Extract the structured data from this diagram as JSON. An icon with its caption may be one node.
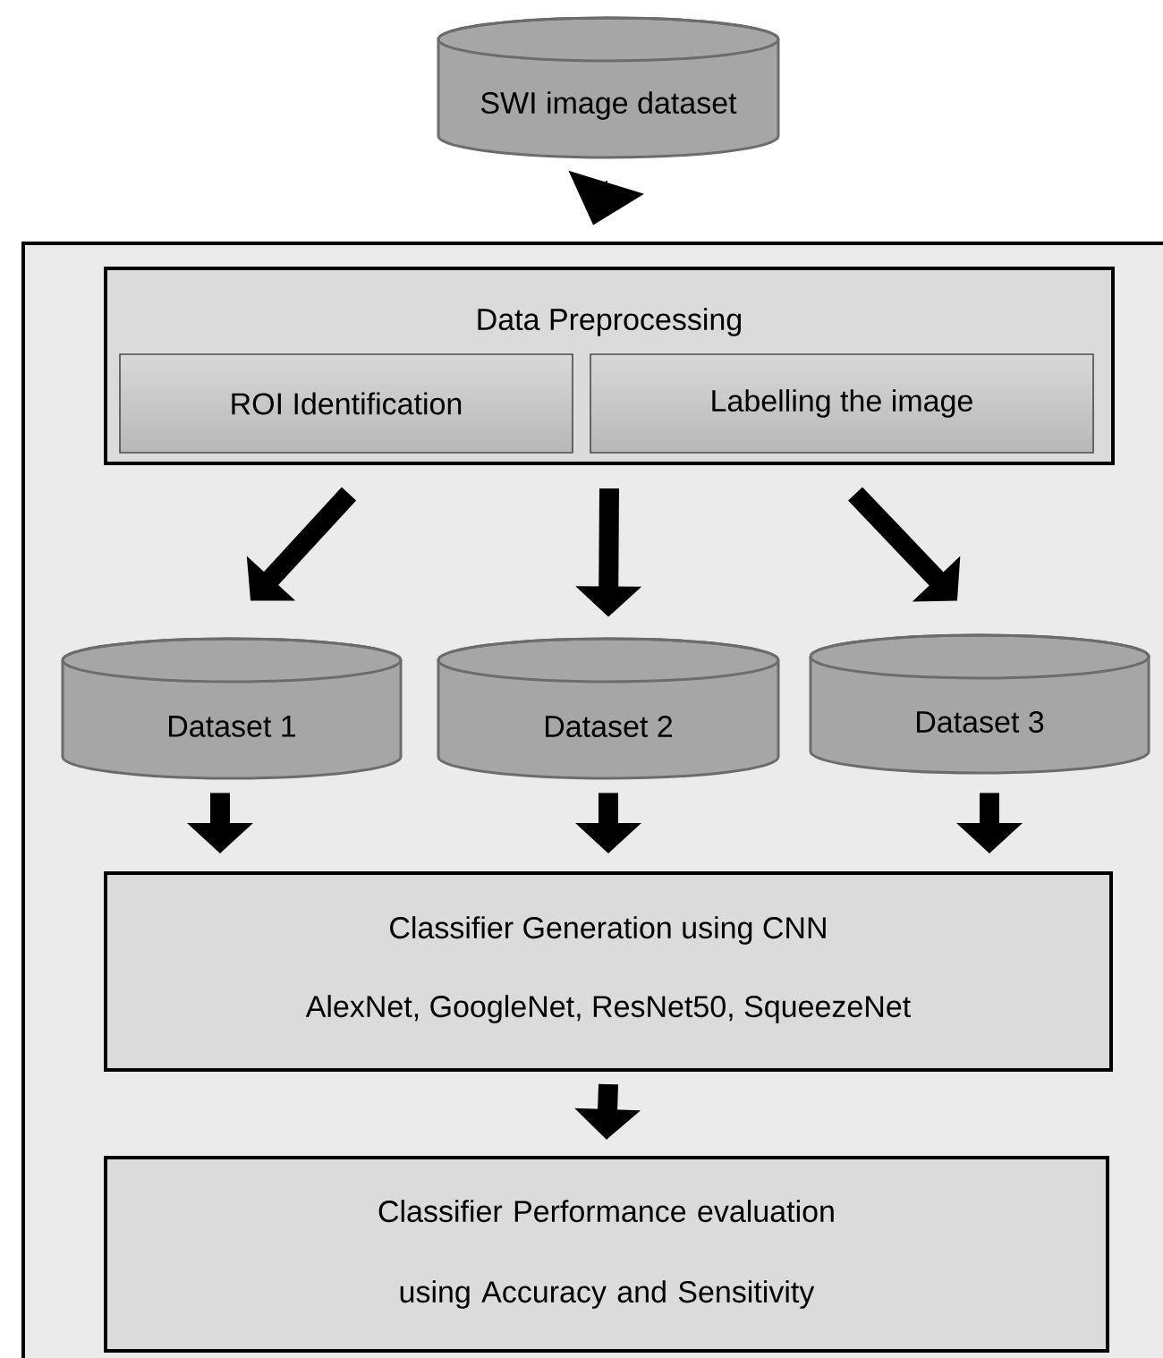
{
  "diagram": {
    "nodes": [
      {
        "text": [
          "SWI image dataset"
        ]
      },
      {
        "text": [],
        "shape": "box"
      },
      {
        "text": [
          "Data Preprocessing"
        ],
        "in": 1
      },
      {
        "text": [
          "ROI Identification"
        ],
        "in": 2
      },
      {
        "text": [
          "Labelling the image"
        ],
        "in": 2
      },
      {
        "text": [
          "Dataset 1"
        ],
        "in": 1
      },
      {
        "text": [
          "Dataset 2"
        ],
        "in": 1
      },
      {
        "text": [
          "Dataset 3"
        ],
        "in": 1
      },
      {
        "text": [
          "Classifier Generation using CNN",
          "AlexNet, GoogleNet, ResNet50, SqueezeNet"
        ],
        "in": 1
      },
      {
        "text": [
          "Classifier Performance evaluation using Accuracy and Sensitivity"
        ],
        "in": 1
      }
    ],
    "edges": [
      {
        "from": 0,
        "to": 1,
        "arrow": "to"
      },
      {
        "from": 2,
        "to": 5,
        "arrow": "to"
      },
      {
        "from": 2,
        "to": 6,
        "arrow": "to"
      },
      {
        "from": 2,
        "to": 7,
        "arrow": "to"
      },
      {
        "from": 5,
        "to": 8,
        "arrow": "to"
      },
      {
        "from": 6,
        "to": 8,
        "arrow": "to"
      },
      {
        "from": 7,
        "to": 8,
        "arrow": "to"
      },
      {
        "from": 8,
        "to": 9,
        "arrow": "to"
      }
    ]
  }
}
